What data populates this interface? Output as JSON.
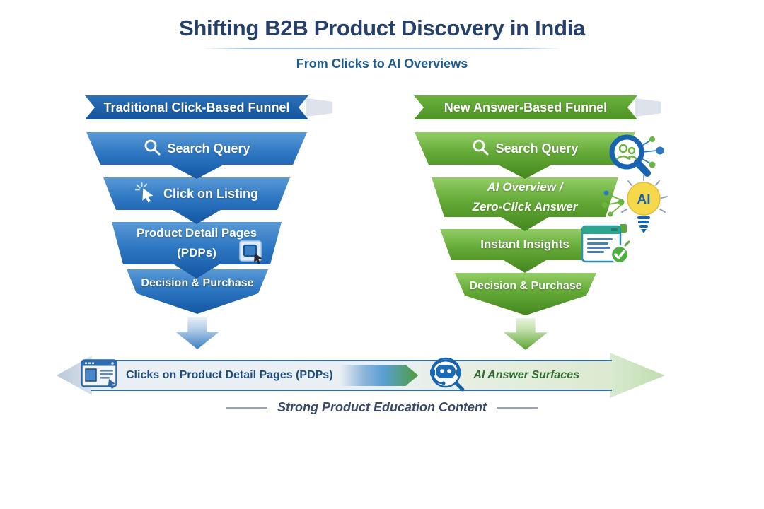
{
  "header": {
    "title": "Shifting B2B Product Discovery in India",
    "subtitle": "From Clicks to AI Overviews"
  },
  "left_funnel": {
    "title": "Traditional Click-Based Funnel",
    "stages": [
      {
        "label": "Search Query",
        "icon": "magnifier-icon"
      },
      {
        "label": "Click on Listing",
        "icon": "cursor-click-icon"
      },
      {
        "label_line1": "Product Detail Pages",
        "label_line2": "(PDPs)",
        "icon": "browser-window-icon"
      },
      {
        "label": "Decision & Purchase"
      }
    ]
  },
  "right_funnel": {
    "title": "New Answer-Based Funnel",
    "stages": [
      {
        "label": "Search Query",
        "icon": "magnifier-icon",
        "side_icon": "magnifier-people-icon"
      },
      {
        "label_line1": "AI Overview /",
        "label_line2": "Zero-Click Answer",
        "side_icon": "ai-lightbulb-icon"
      },
      {
        "label": "Instant Insights",
        "side_icon": "document-check-icon"
      },
      {
        "label": "Decision & Purchase"
      }
    ],
    "ai_bulb_text": "AI"
  },
  "bottom_flow": {
    "left_label": "Clicks on Product Detail Pages (PDPs)",
    "right_label": "AI Answer Surfaces"
  },
  "footer_caption": "Strong Product Education Content",
  "colors": {
    "blue_dark": "#14549c",
    "blue_mid": "#2e77c2",
    "green_dark": "#44871f",
    "green_mid": "#63a936",
    "title_navy": "#24406b",
    "subtitle_blue": "#1e5a8a",
    "pdp_label_blue": "#1c4d80",
    "ai_label_green": "#2d6b31"
  }
}
